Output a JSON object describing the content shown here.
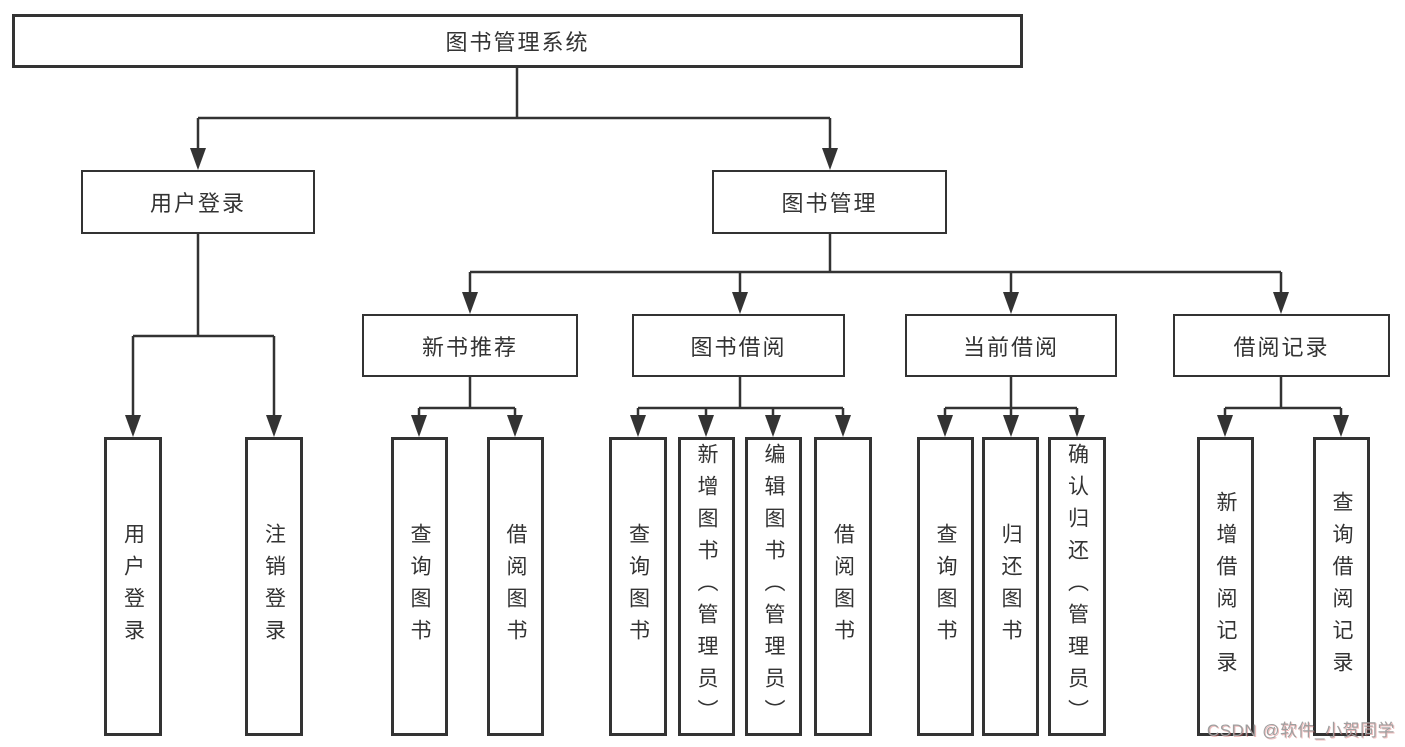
{
  "diagram": {
    "root": "图书管理系统",
    "level2": {
      "user_login": "用户登录",
      "book_management": "图书管理"
    },
    "level3": {
      "new_book_recommend": "新书推荐",
      "book_borrow": "图书借阅",
      "current_borrow": "当前借阅",
      "borrow_records": "借阅记录"
    },
    "leaves": {
      "user_login": "用户登录",
      "logout": "注销登录",
      "query_books_a": "查询图书",
      "borrow_books_a": "借阅图书",
      "query_books_b": "查询图书",
      "add_book_admin": "新增图书（管理员）",
      "edit_book_admin": "编辑图书（管理员）",
      "borrow_books_b": "借阅图书",
      "query_books_c": "查询图书",
      "return_books": "归还图书",
      "confirm_return_admin": "确认归还（管理员）",
      "add_borrow_record": "新增借阅记录",
      "query_borrow_record": "查询借阅记录"
    },
    "watermark": "CSDN @软件_小贺同学",
    "colors": {
      "line": "#333333",
      "text": "#333333",
      "watermark": "#9f9f9f",
      "background": "#ffffff"
    }
  }
}
